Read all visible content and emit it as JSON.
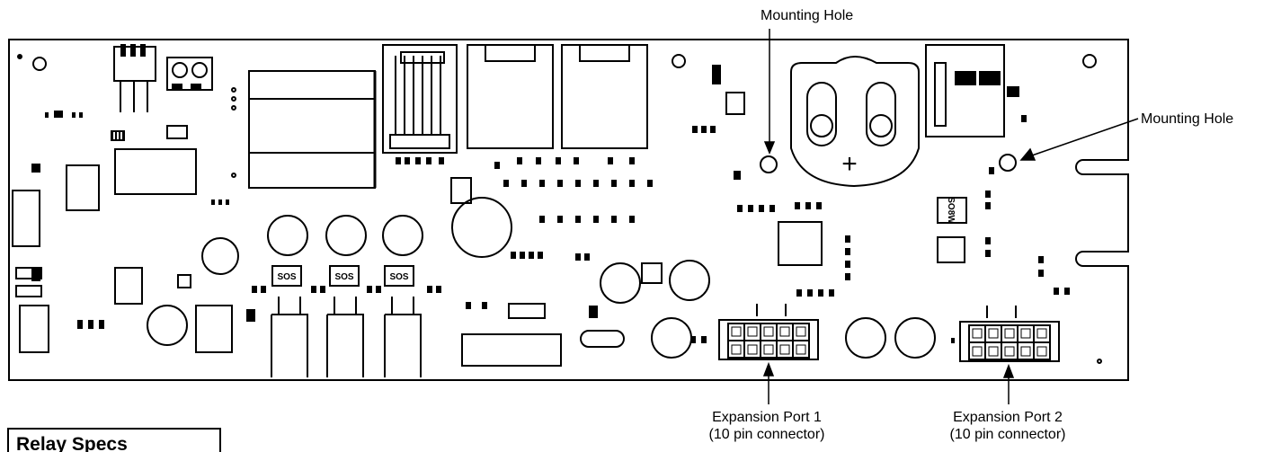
{
  "callouts": {
    "mounting_hole_top": "Mounting Hole",
    "mounting_hole_right": "Mounting Hole",
    "expansion_port_1": {
      "name": "Expansion Port 1",
      "detail": "(10 pin connector)"
    },
    "expansion_port_2": {
      "name": "Expansion Port 2",
      "detail": "(10 pin connector)"
    }
  },
  "chip_markings": {
    "regulator": "SOS",
    "eeprom": "SO8W"
  },
  "battery_polarity": "+",
  "relay_specs": {
    "title": "Relay Specs"
  }
}
